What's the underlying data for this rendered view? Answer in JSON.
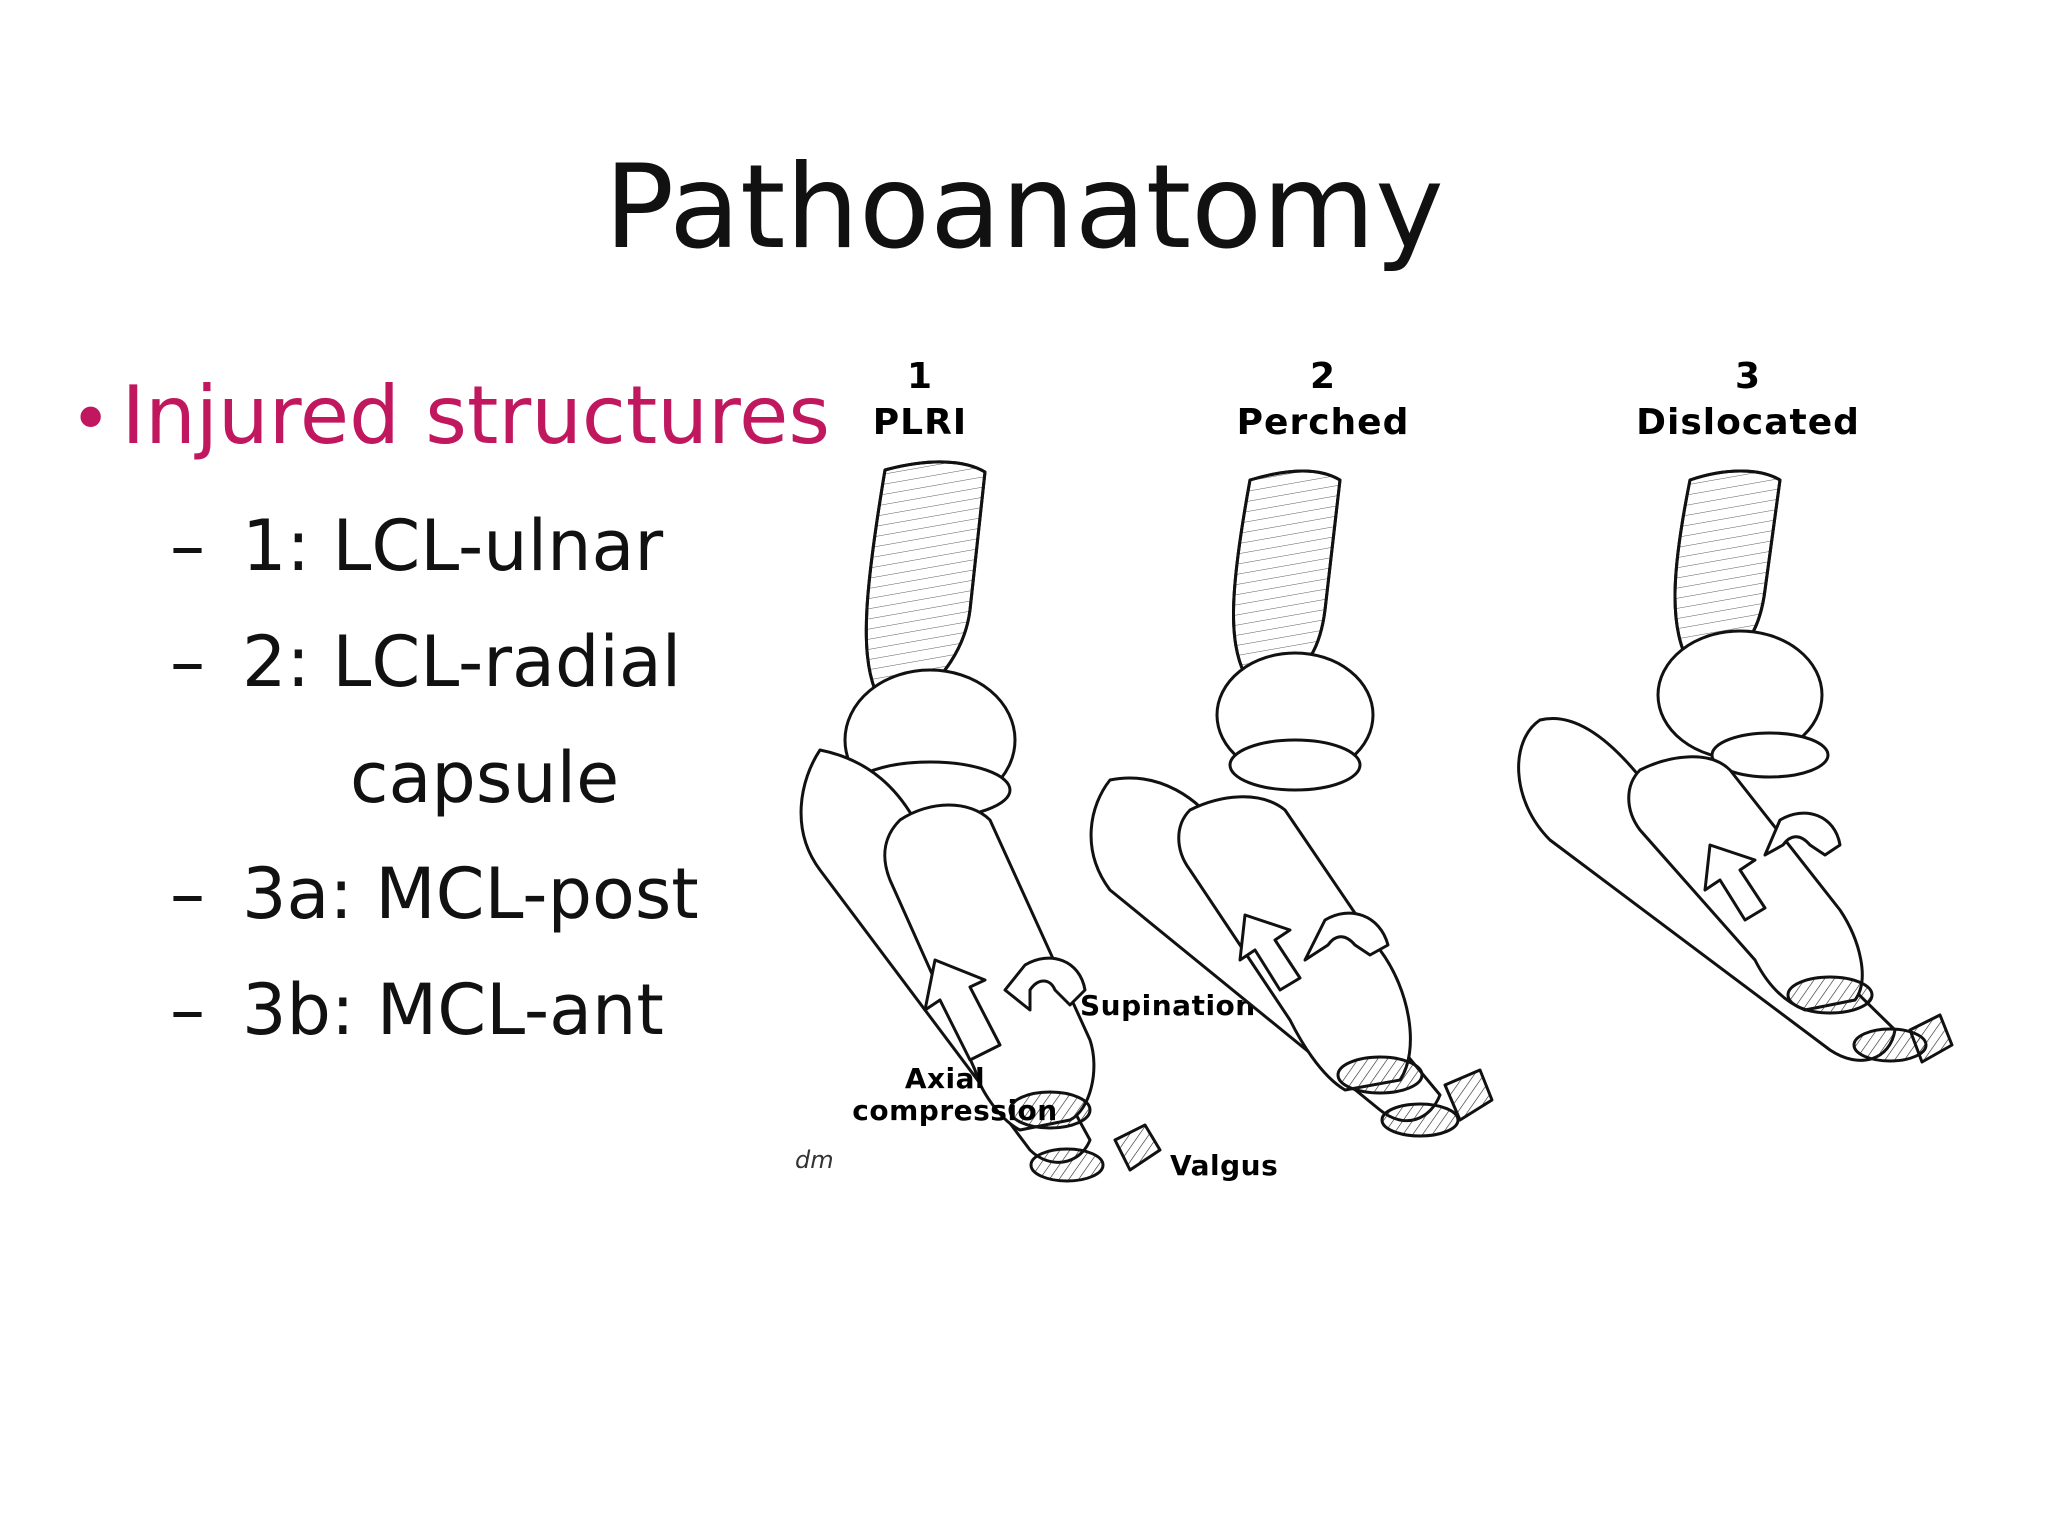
{
  "slide": {
    "title": "Pathoanatomy",
    "bullet": {
      "marker": "•",
      "label": "Injured structures",
      "color": "#c0175f"
    },
    "sub_items": [
      {
        "marker": "–",
        "text": "1:  LCL-ulnar"
      },
      {
        "marker": "–",
        "text": "2:  LCL-radial"
      },
      {
        "marker": "",
        "text": "capsule"
      },
      {
        "marker": "–",
        "text": "3a: MCL-post"
      },
      {
        "marker": "–",
        "text": "3b: MCL-ant"
      }
    ]
  },
  "figure": {
    "stages": [
      {
        "number": "1",
        "label": "PLRI"
      },
      {
        "number": "2",
        "label": "Perched"
      },
      {
        "number": "3",
        "label": "Dislocated"
      }
    ],
    "annotations": {
      "supination": "Supination",
      "axial_line1": "Axial",
      "axial_line2": "compression",
      "valgus": "Valgus",
      "signature": "dm"
    }
  }
}
